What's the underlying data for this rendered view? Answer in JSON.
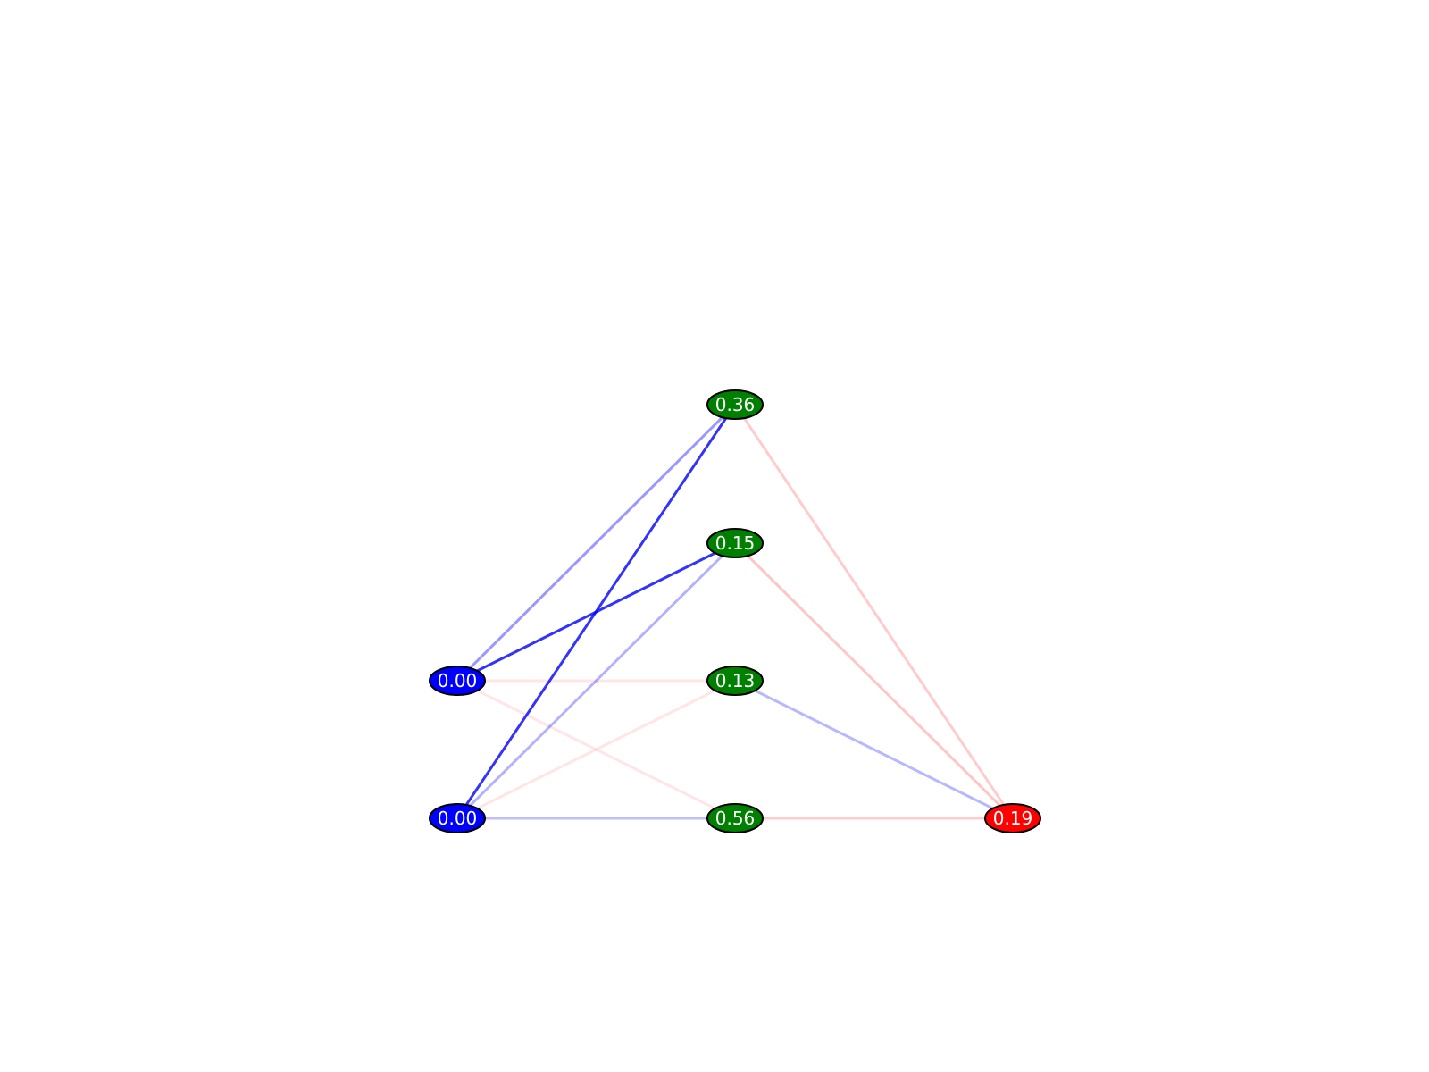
{
  "colors": {
    "input": "#0000ff",
    "hidden": "#008000",
    "output": "#ff0000",
    "negative_edge": "#0000ff",
    "positive_edge": "#ff8080",
    "label_text": "#ffffff",
    "node_border": "#000000",
    "background": "#ffffff"
  },
  "layers": [
    {
      "name": "input",
      "nodes": [
        {
          "id": "in1",
          "value": "0.00"
        },
        {
          "id": "in2",
          "value": "0.00"
        }
      ]
    },
    {
      "name": "hidden",
      "nodes": [
        {
          "id": "h1",
          "value": "0.36"
        },
        {
          "id": "h2",
          "value": "0.15"
        },
        {
          "id": "h3",
          "value": "0.13"
        },
        {
          "id": "h4",
          "value": "0.56"
        }
      ]
    },
    {
      "name": "output",
      "nodes": [
        {
          "id": "out1",
          "value": "0.19"
        }
      ]
    }
  ],
  "edges": [
    {
      "from": "in1",
      "to": "h1",
      "sign": "negative",
      "strength": 0.4
    },
    {
      "from": "in1",
      "to": "h2",
      "sign": "negative",
      "strength": 0.8
    },
    {
      "from": "in1",
      "to": "h3",
      "sign": "positive",
      "strength": 0.2
    },
    {
      "from": "in1",
      "to": "h4",
      "sign": "positive",
      "strength": 0.2
    },
    {
      "from": "in2",
      "to": "h1",
      "sign": "negative",
      "strength": 0.8
    },
    {
      "from": "in2",
      "to": "h2",
      "sign": "negative",
      "strength": 0.3
    },
    {
      "from": "in2",
      "to": "h3",
      "sign": "positive",
      "strength": 0.2
    },
    {
      "from": "in2",
      "to": "h4",
      "sign": "negative",
      "strength": 0.25
    },
    {
      "from": "h1",
      "to": "out1",
      "sign": "positive",
      "strength": 0.4
    },
    {
      "from": "h2",
      "to": "out1",
      "sign": "positive",
      "strength": 0.45
    },
    {
      "from": "h3",
      "to": "out1",
      "sign": "negative",
      "strength": 0.28
    },
    {
      "from": "h4",
      "to": "out1",
      "sign": "positive",
      "strength": 0.4
    }
  ]
}
